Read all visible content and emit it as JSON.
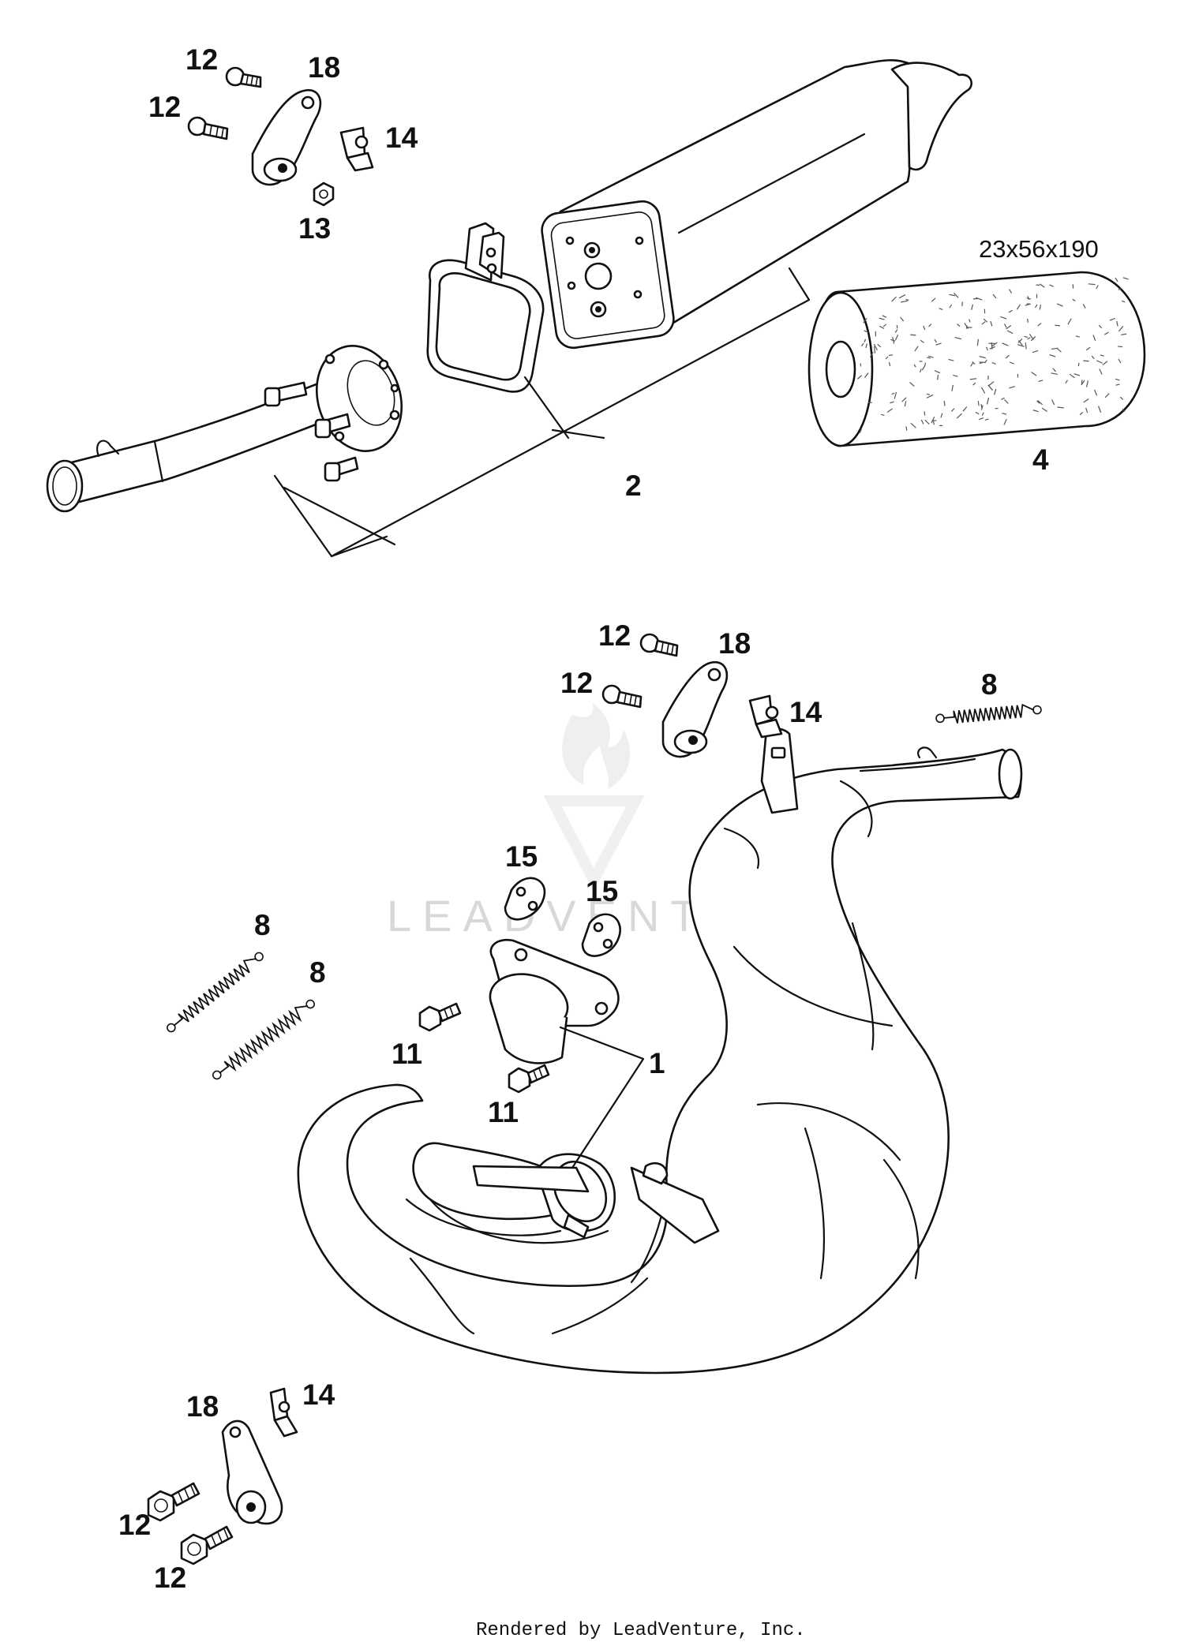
{
  "callouts": {
    "c12a": "12",
    "c12b": "12",
    "c18a": "18",
    "c14a": "14",
    "c13": "13",
    "c2": "2",
    "c4": "4",
    "c12c": "12",
    "c12d": "12",
    "c18b": "18",
    "c14b": "14",
    "c8a": "8",
    "c15a": "15",
    "c15b": "15",
    "c8b": "8",
    "c8c": "8",
    "c11a": "11",
    "c11b": "11",
    "c1": "1",
    "c18c": "18",
    "c14c": "14",
    "c12e": "12",
    "c12f": "12"
  },
  "insert_dimensions": "23x56x190",
  "watermark": "LEADVENTURE",
  "footer": "Rendered by LeadVenture, Inc."
}
